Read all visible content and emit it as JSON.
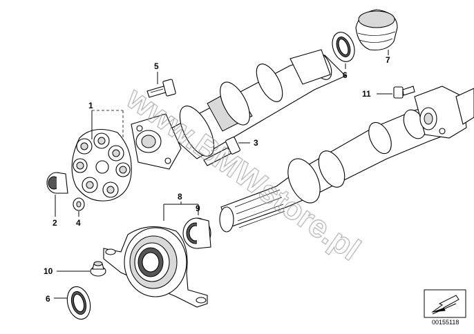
{
  "diagram": {
    "watermark": "www.BMWstore.pl",
    "reference_number": "00155118",
    "labels": [
      {
        "id": "1",
        "text": "1"
      },
      {
        "id": "2",
        "text": "2"
      },
      {
        "id": "3",
        "text": "3"
      },
      {
        "id": "4",
        "text": "4"
      },
      {
        "id": "5",
        "text": "5"
      },
      {
        "id": "6a",
        "text": "6"
      },
      {
        "id": "6b",
        "text": "6"
      },
      {
        "id": "7",
        "text": "7"
      },
      {
        "id": "8",
        "text": "8"
      },
      {
        "id": "9",
        "text": "9"
      },
      {
        "id": "10",
        "text": "10"
      },
      {
        "id": "11",
        "text": "11"
      }
    ]
  }
}
